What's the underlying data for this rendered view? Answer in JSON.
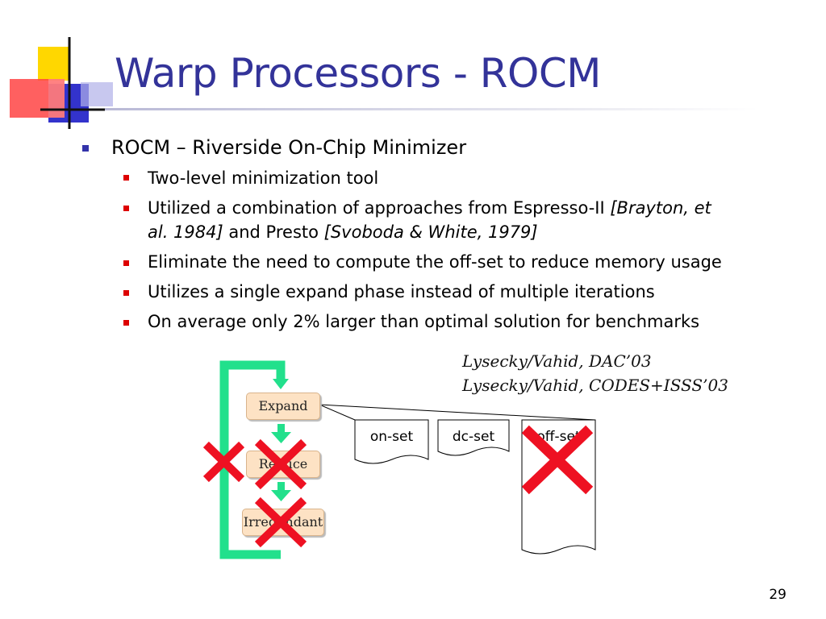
{
  "slide": {
    "title": "Warp Processors - ROCM",
    "bullets": {
      "main": "ROCM – Riverside On-Chip Minimizer",
      "sub1": "Two-level minimization tool",
      "sub2_line1_a": "Utilized a combination of approaches from Espresso-II ",
      "sub2_line1_b": "[Brayton, et",
      "sub2_line2_a": "al. 1984]",
      "sub2_line2_b": " and Presto ",
      "sub2_line2_c": "[Svoboda & White, 1979]",
      "sub3": "Eliminate the need to compute the off-set to reduce memory usage",
      "sub4": "Utilizes a single expand phase instead of multiple iterations",
      "sub5": "On average only 2% larger than optimal solution for benchmarks"
    },
    "citations": [
      "Lysecky/Vahid, DAC’03",
      "Lysecky/Vahid, CODES+ISSS’03"
    ],
    "page_number": "29"
  },
  "diagram": {
    "steps": {
      "expand": "Expand",
      "reduce": "Reduce",
      "irredundant": "Irredundant"
    },
    "sets": {
      "on": "on-set",
      "dc": "dc-set",
      "off": "off-set"
    },
    "colors": {
      "loop": "#22e08c",
      "cross": "#ee1122",
      "box_fill": "#fde2c4",
      "title": "#333399"
    }
  }
}
